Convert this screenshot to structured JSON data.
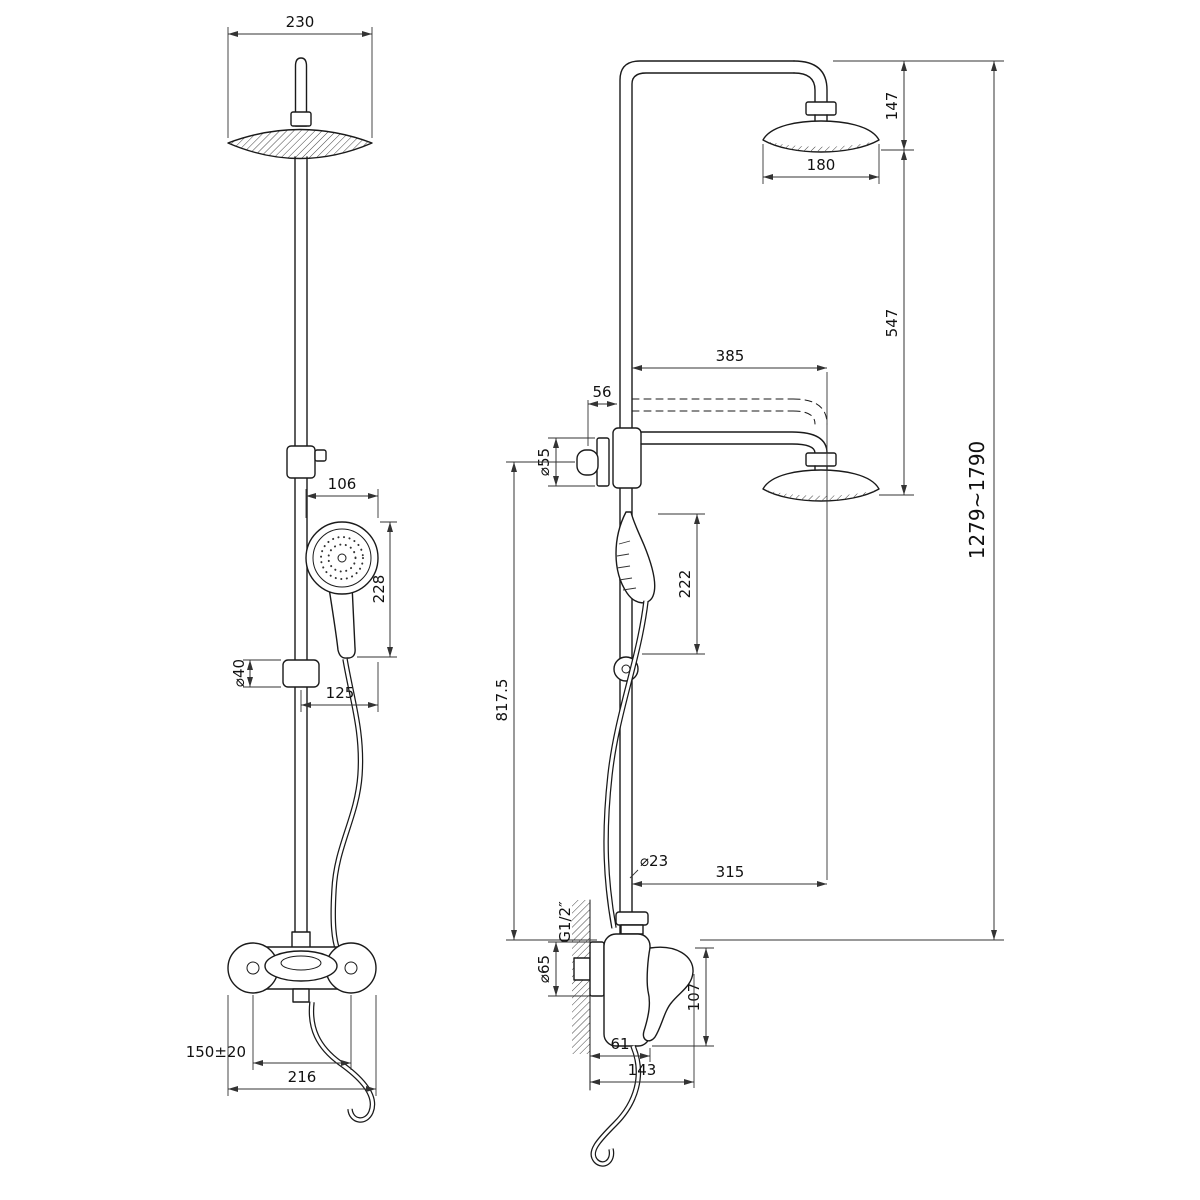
{
  "drawing": {
    "front": {
      "head_width": "230",
      "hand_head_width": "106",
      "hand_length": "228",
      "bracket_dia": "⌀40",
      "hand_offset": "125",
      "inlet_centers": "150±20",
      "mixer_width": "216"
    },
    "side": {
      "head_drop": "147",
      "head_dia": "180",
      "head_travel": "547",
      "arm_reach_upper": "385",
      "wall_offset": "56",
      "bracket_dia": "⌀55",
      "hand_shower_len": "222",
      "column_height": "817.5",
      "hose_dia": "⌀23",
      "arm_reach_lower": "315",
      "thread": "G1/2″",
      "escutcheon_dia": "⌀65",
      "mixer_height": "107",
      "body_depth": "61",
      "total_depth": "143",
      "overall_height": "1279~1790"
    }
  }
}
